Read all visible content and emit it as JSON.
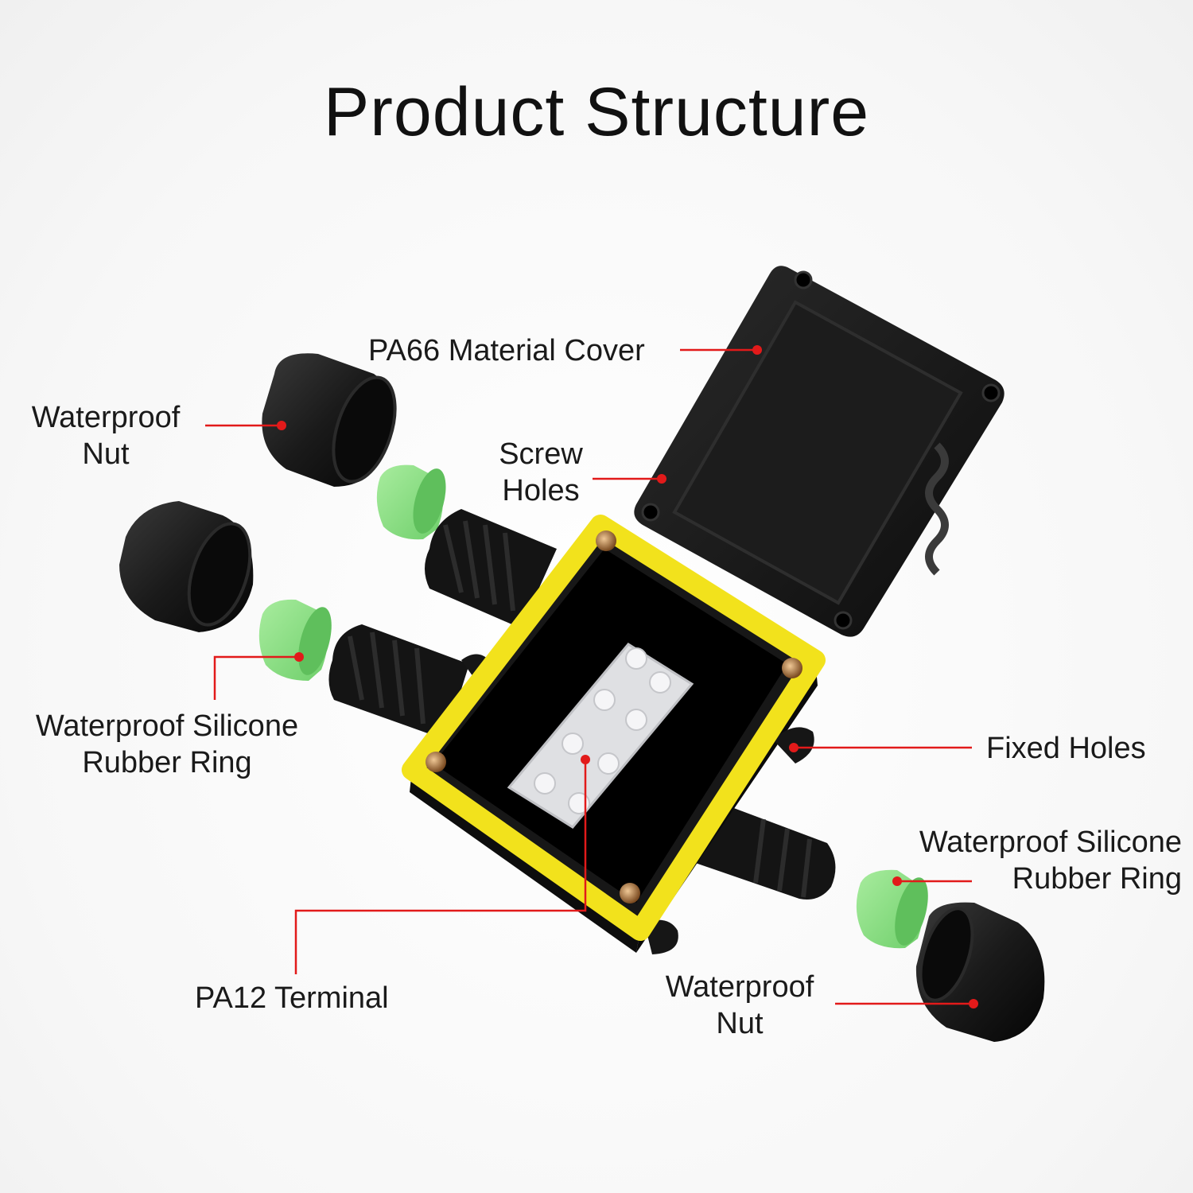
{
  "title": "Product Structure",
  "labels": {
    "cover": "PA66 Material Cover",
    "screw_holes": [
      "Screw",
      "Holes"
    ],
    "nut_left": [
      "Waterproof",
      "Nut"
    ],
    "ring_left": [
      "Waterproof Silicone",
      "Rubber Ring"
    ],
    "fixed_holes": "Fixed Holes",
    "ring_right": [
      "Waterproof Silicone",
      "Rubber Ring"
    ],
    "terminal": "PA12 Terminal",
    "nut_right": [
      "Waterproof",
      "Nut"
    ]
  },
  "colors": {
    "leader": "#e21a1a",
    "housing": "#141414",
    "seal": "#f2e21c",
    "ring": "#8fe08a",
    "terminal": "#e8e8ea"
  }
}
